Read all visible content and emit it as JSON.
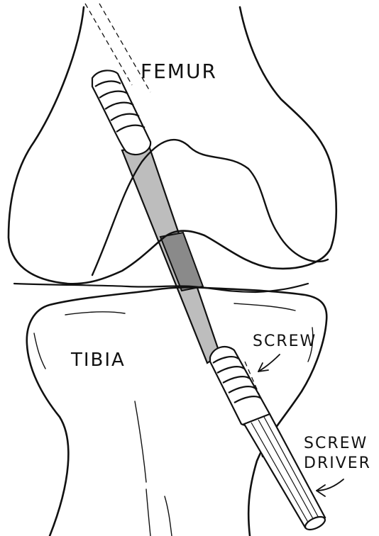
{
  "labels": {
    "femur": "FEMUR",
    "tibia": "TIBIA",
    "screw": "SCREW",
    "screwdriver_line1": "SCREW",
    "screwdriver_line2": "DRIVER"
  },
  "colors": {
    "outline": "#111111",
    "graft": "#bdbdbd",
    "graft_dark": "#8a8a8a",
    "background": "#ffffff"
  }
}
